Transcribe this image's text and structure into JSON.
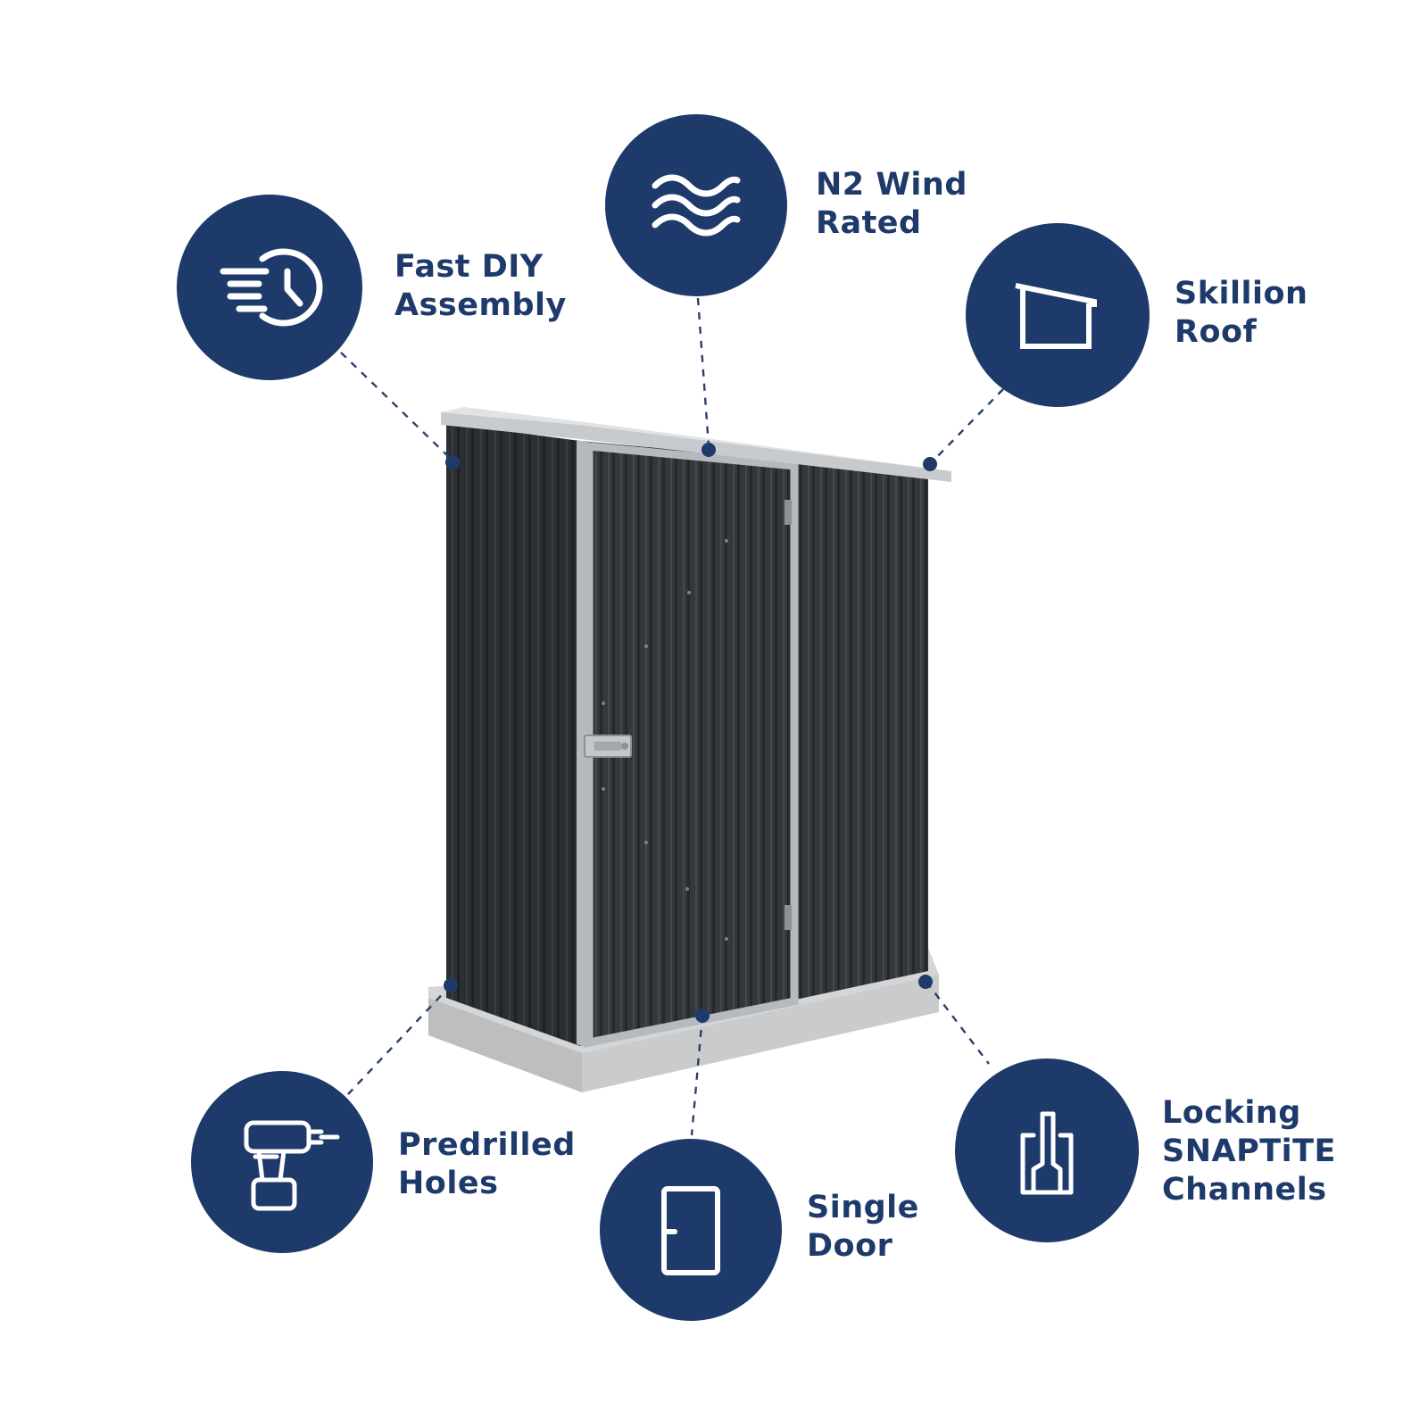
{
  "colors": {
    "brand": "#1e3a6b",
    "icon_line": "#ffffff",
    "leader": "#2b3f6b",
    "shed_cladding": "#34373b",
    "shed_trim": "#b6b9bd",
    "concrete_base": "#c9cacb"
  },
  "product_image": {
    "name": "garden-shed"
  },
  "features": [
    {
      "id": "fast-diy-assembly",
      "icon": "fast-clock-icon",
      "lines": [
        "Fast DIY",
        "Assembly"
      ]
    },
    {
      "id": "n2-wind-rated",
      "icon": "wind-waves-icon",
      "lines": [
        "N2 Wind",
        "Rated"
      ]
    },
    {
      "id": "skillion-roof",
      "icon": "skillion-roof-icon",
      "lines": [
        "Skillion",
        "Roof"
      ]
    },
    {
      "id": "predrilled-holes",
      "icon": "power-drill-icon",
      "lines": [
        "Predrilled",
        "Holes"
      ]
    },
    {
      "id": "single-door",
      "icon": "door-icon",
      "lines": [
        "Single",
        "Door"
      ]
    },
    {
      "id": "locking-snaptite-channels",
      "icon": "channel-icon",
      "lines": [
        "Locking",
        "SNAPTiTE",
        "Channels"
      ]
    }
  ]
}
